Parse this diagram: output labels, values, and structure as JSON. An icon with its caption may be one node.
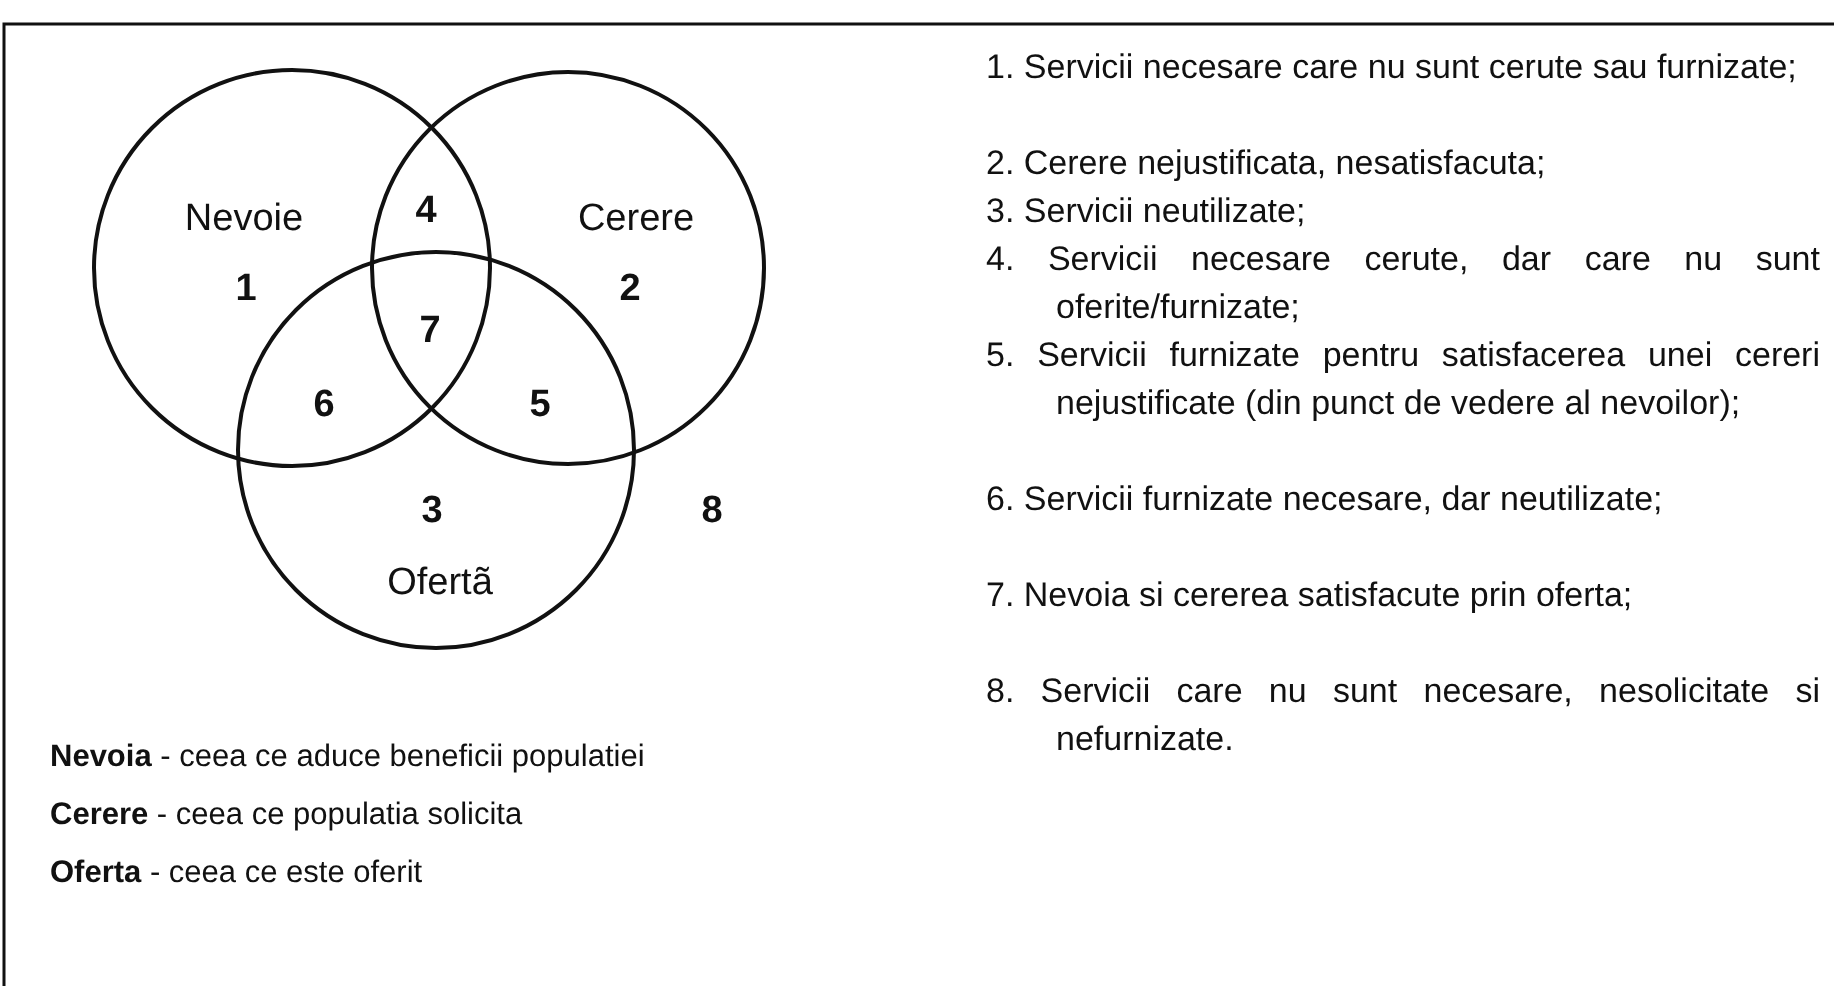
{
  "diagram": {
    "nodes": [
      {
        "text": [
          "Nevoie"
        ]
      },
      {
        "text": [
          "Cerere"
        ]
      },
      {
        "text": [
          "Ofertã"
        ]
      }
    ],
    "labels": [
      "4",
      "1",
      "2",
      "7",
      "6",
      "5",
      "3",
      "8",
      "**Nevoia** - ceea ce aduce beneficii populatiei",
      "**Cerere** - ceea ce populatia solicita",
      "**Oferta** - ceea ce este oferit",
      "1. Servicii necesare care nu sunt cerute sau furnizate;",
      "2. Cerere nejustificata, nesatisfacuta;",
      "3. Servicii neutilizate;",
      "4. Servicii necesare cerute, dar care nu sunt oferite/furnizate;",
      "5. Servicii furnizate pentru satisfacerea unei cereri nejustificate (din punct de vedere al nevoilor);",
      "6. Servicii furnizate necesare, dar neutilizate;",
      "7. Nevoia si cererea satisfacute prin oferta;",
      "8. Servicii care nu sunt necesare, nesolicitate si nefurnizate."
    ]
  }
}
